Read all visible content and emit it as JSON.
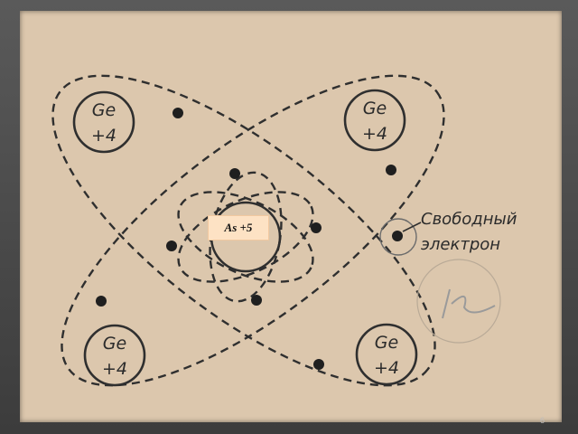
{
  "atoms": {
    "top_left": {
      "symbol": "Ge",
      "charge": "+4"
    },
    "top_right": {
      "symbol": "Ge",
      "charge": "+4"
    },
    "bottom_left": {
      "symbol": "Ge",
      "charge": "+4"
    },
    "bottom_right": {
      "symbol": "Ge",
      "charge": "+4"
    }
  },
  "center": {
    "label": "As +5"
  },
  "free_electron": {
    "line1": "Свободный",
    "line2": "электрон"
  },
  "slide_number": "6"
}
